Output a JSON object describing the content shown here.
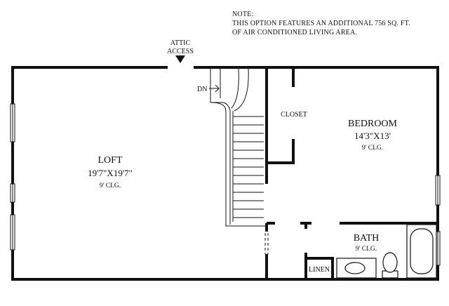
{
  "note": {
    "heading": "NOTE:",
    "line1": "THIS OPTION FEATURES AN ADDITIONAL 756 SQ. FT.",
    "line2": "OF AIR CONDITIONED LIVING AREA."
  },
  "attic": {
    "line1": "ATTIC",
    "line2": "ACCESS"
  },
  "stairs": {
    "label": "DN"
  },
  "loft": {
    "name": "LOFT",
    "dimensions": "19'7\"X19'7\"",
    "ceiling": "9' CLG."
  },
  "bedroom": {
    "name": "BEDROOM",
    "dimensions": "14'3\"X13'",
    "ceiling": "9' CLG."
  },
  "closet": {
    "name": "CLOSET"
  },
  "bath": {
    "name": "BATH",
    "ceiling": "9' CLG."
  },
  "linen": {
    "name": "LINEN"
  }
}
